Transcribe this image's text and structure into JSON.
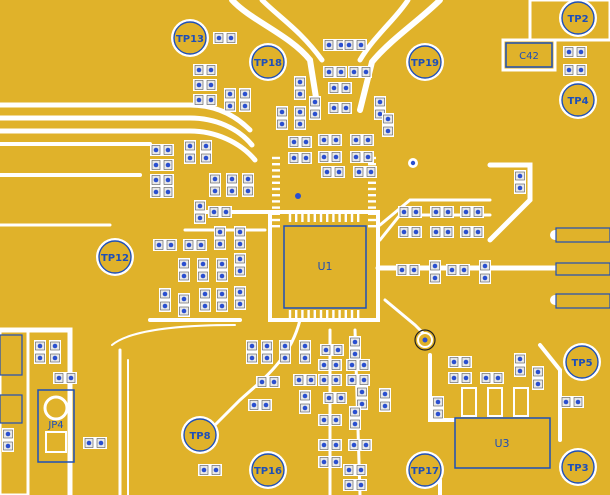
{
  "board": {
    "copper_color": "#e0b22a",
    "trace_color": "#ffffff",
    "silk_color": "#1e4fb8",
    "pad_fill": "#e8e8e8",
    "pad_dot": "#2a4fd0"
  },
  "test_points": [
    {
      "label": "TP13"
    },
    {
      "label": "TP18"
    },
    {
      "label": "TP19"
    },
    {
      "label": "TP2"
    },
    {
      "label": "TP4"
    },
    {
      "label": "TP12"
    },
    {
      "label": "TP5"
    },
    {
      "label": "TP8"
    },
    {
      "label": "TP16"
    },
    {
      "label": "TP17"
    },
    {
      "label": "TP3"
    }
  ],
  "components": {
    "u1": "U1",
    "u3": "U3",
    "c42": "C42",
    "jp4": "JP4"
  }
}
